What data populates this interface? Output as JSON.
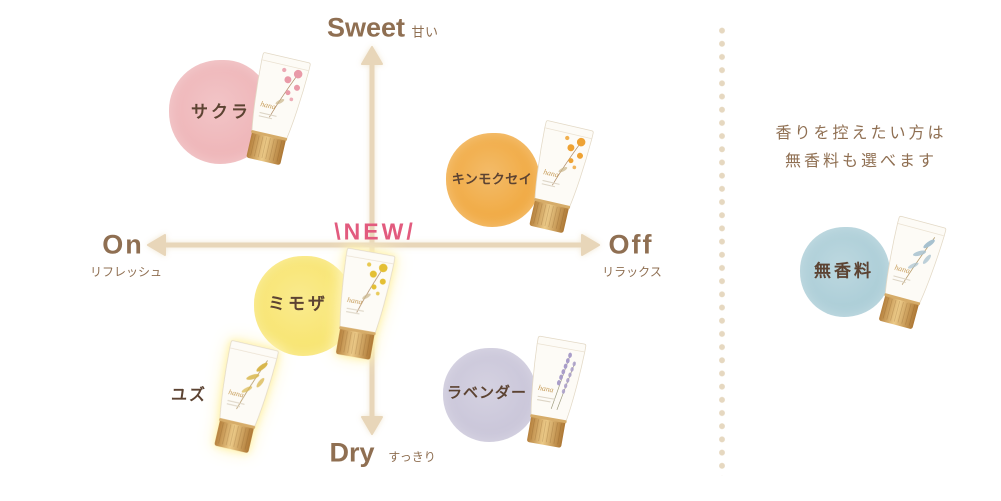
{
  "axes": {
    "top": {
      "label": "Sweet",
      "sub": "甘い"
    },
    "bottom": {
      "label": "Dry",
      "sub": "すっきり"
    },
    "left": {
      "label": "On",
      "sub": "リフレッシュ"
    },
    "right": {
      "label": "Off",
      "sub": "リラックス"
    }
  },
  "new_badge": "\\NEW/",
  "product_logo": "hana",
  "scents": [
    {
      "name": "サクラ",
      "circle_color": "#eeb3b6",
      "accent": "#e99aa8"
    },
    {
      "name": "キンモクセイ",
      "circle_color": "#f0a73c",
      "accent": "#eea233"
    },
    {
      "name": "ミモザ",
      "circle_color": "#f8e46c",
      "accent": "#e4bf34"
    },
    {
      "name": "ラベンダー",
      "circle_color": "#c8c4d8",
      "accent": "#a99dc9"
    },
    {
      "name": "ユズ",
      "circle_color": "#ffffff",
      "accent": "#d8b64c"
    }
  ],
  "side_note": {
    "line1": "香りを控えたい方は",
    "line2": "無香料も選べます"
  },
  "unscented": {
    "name": "無香料",
    "circle_color": "#a9ccd6",
    "accent": "#a7c1cf"
  },
  "colors": {
    "text": "#8f6f52",
    "label": "#5c4332",
    "axis": "#e8d6b9",
    "new": "#e25b7e",
    "dots": "#e6d8c0"
  }
}
